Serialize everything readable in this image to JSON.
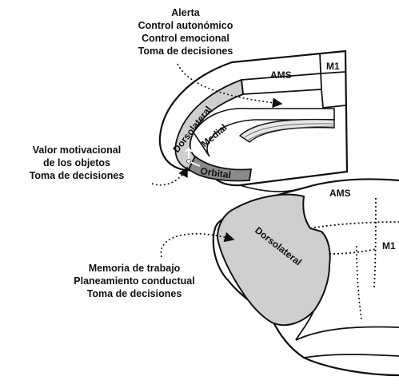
{
  "annotations": {
    "top": [
      "Alerta",
      "Control autonómico",
      "Control emocional",
      "Toma de decisiones"
    ],
    "left": [
      "Valor motivacional",
      "de los objetos",
      "Toma de decisiones"
    ],
    "bottom": [
      "Memoria de trabajo",
      "Planeamiento conductual",
      "Toma de decisiones"
    ]
  },
  "medial_view": {
    "areas": {
      "ams": "AMS",
      "m1": "M1",
      "dorsolateral": "Dorsolateral",
      "medial": "Medial",
      "orbital": "Orbital"
    }
  },
  "lateral_view": {
    "areas": {
      "ams": "AMS",
      "m1": "M1",
      "dorsolateral": "Dorsolateral"
    }
  },
  "colors": {
    "ink": "#111111",
    "shaded_region": "#cfcfcf",
    "orbital_region": "#8a8a8a",
    "background": "#ffffff"
  }
}
